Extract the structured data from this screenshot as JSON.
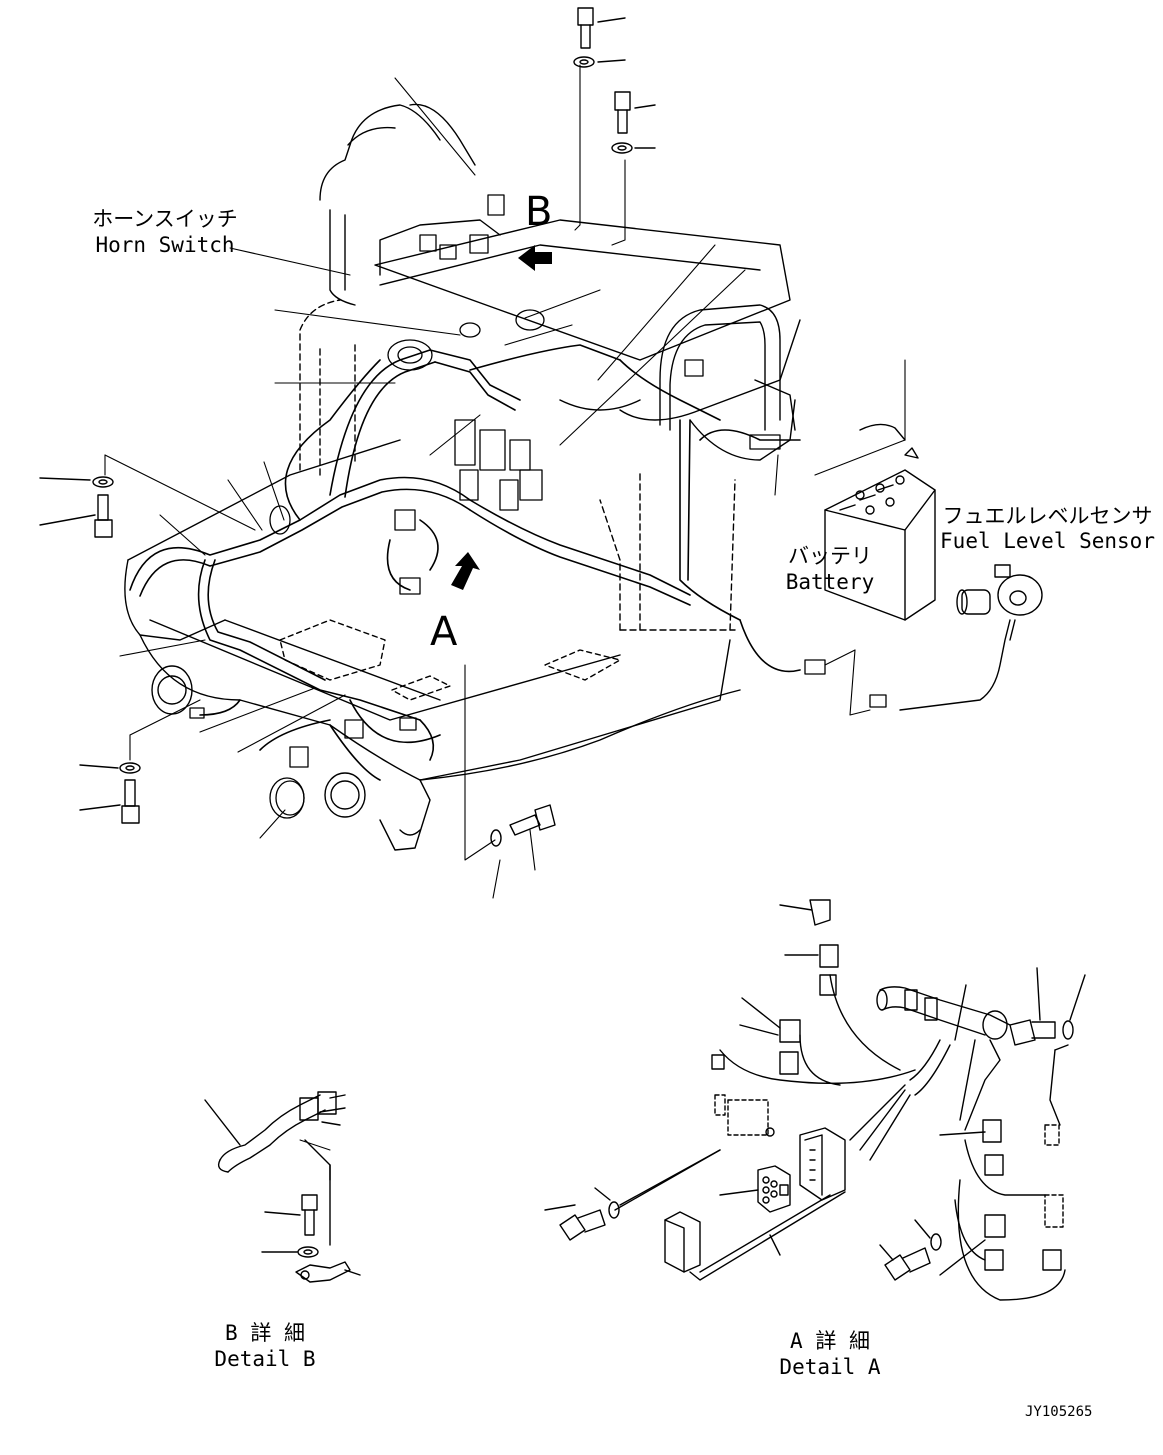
{
  "labels": {
    "horn_switch_jp": "ホーンスイッチ",
    "horn_switch_en": "Horn Switch",
    "fuel_sensor_jp": "フュエルレベルセンサ",
    "fuel_sensor_en": "Fuel Level Sensor",
    "battery_jp": "バッテリ",
    "battery_en": "Battery",
    "view_a": "A",
    "view_b": "B",
    "detail_b_jp": "B 詳 細",
    "detail_b_en": "Detail B",
    "detail_a_jp": "A 詳 細",
    "detail_a_en": "Detail A",
    "drawing_number": "JY105265"
  },
  "colors": {
    "line": "#000000",
    "background": "#ffffff"
  }
}
